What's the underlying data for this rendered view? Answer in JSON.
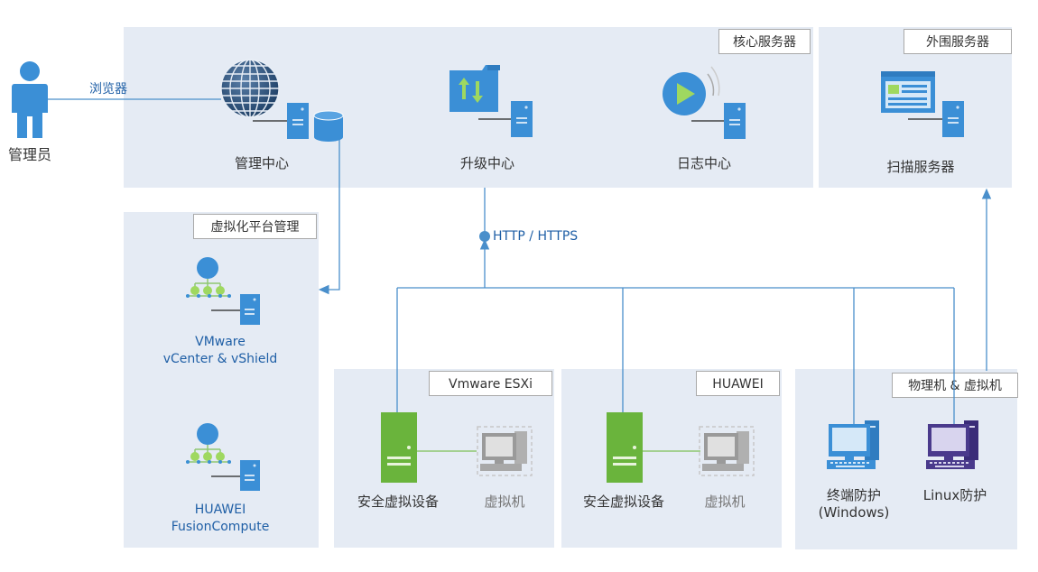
{
  "admin": {
    "label": "管理员",
    "browser_label": "浏览器"
  },
  "core": {
    "tag": "核心服务器",
    "management_center": "管理中心",
    "upgrade_center": "升级中心",
    "log_center": "日志中心"
  },
  "peripheral": {
    "tag": "外围服务器",
    "scan_server": "扫描服务器"
  },
  "virtualization": {
    "tag": "虚拟化平台管理",
    "vmware_line1": "VMware",
    "vmware_line2": "vCenter & vShield",
    "huawei_line1": "HUAWEI",
    "huawei_line2": "FusionCompute"
  },
  "protocol_label": "HTTP / HTTPS",
  "esxi": {
    "tag": "Vmware ESXi",
    "appliance": "安全虚拟设备",
    "vm": "虚拟机"
  },
  "huawei": {
    "tag": "HUAWEI",
    "appliance": "安全虚拟设备",
    "vm": "虚拟机"
  },
  "physical": {
    "tag": "物理机 & 虚拟机",
    "windows_line1": "终端防护",
    "windows_line2": "(Windows)",
    "linux": "Linux防护"
  },
  "colors": {
    "panel": "#e5ebf4",
    "line": "#4a8fcb",
    "icon_blue": "#3b8fd6",
    "server_green": "#6ab43c",
    "linux_purple": "#4a3a8c"
  }
}
